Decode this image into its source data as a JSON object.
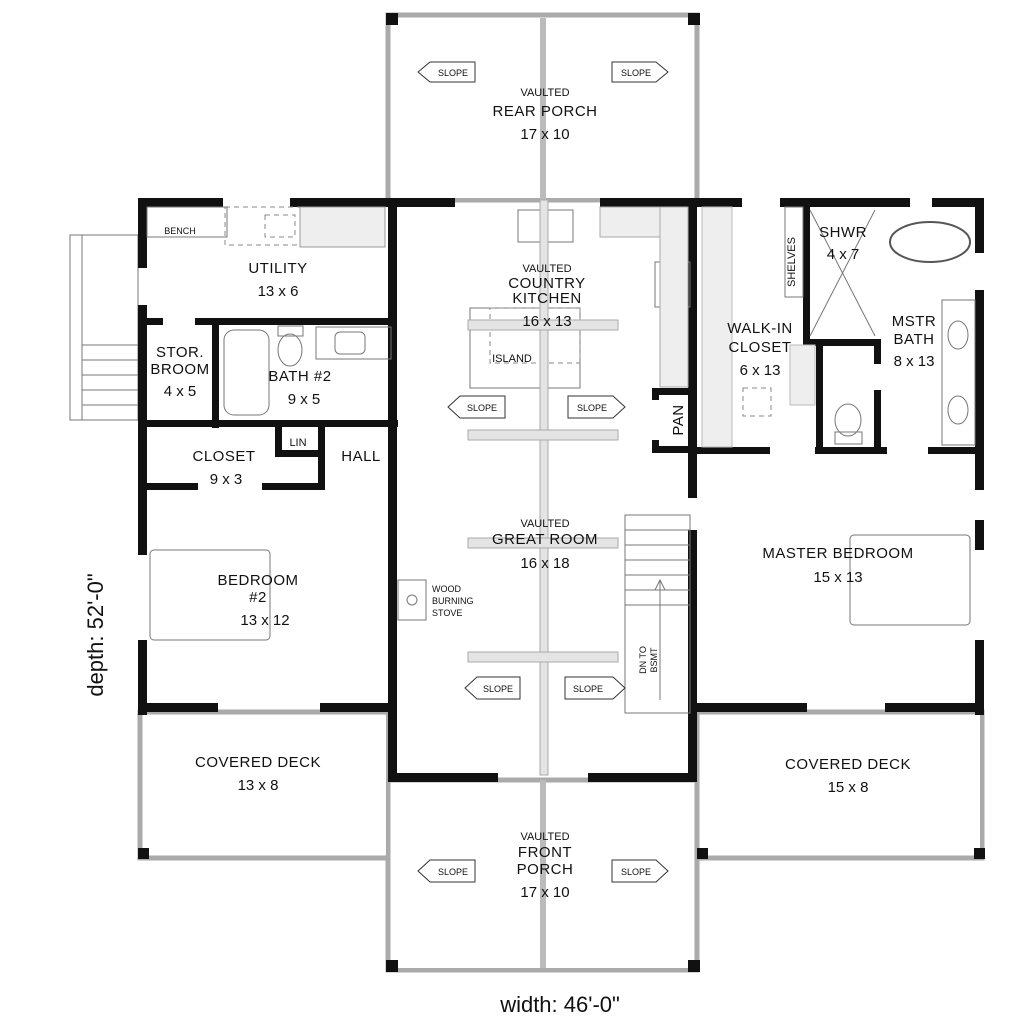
{
  "rooms": {
    "rear_porch": {
      "prefix": "VAULTED",
      "name": "REAR PORCH",
      "size": "17 x 10"
    },
    "utility": {
      "name": "UTILITY",
      "size": "13 x 6",
      "bench": "BENCH"
    },
    "kitchen": {
      "prefix": "VAULTED",
      "name1": "COUNTRY",
      "name2": "KITCHEN",
      "size": "16 x 13",
      "island": "ISLAND"
    },
    "walk_in_closet": {
      "name1": "WALK-IN",
      "name2": "CLOSET",
      "size": "6 x 13",
      "shelves": "SHELVES"
    },
    "shower": {
      "name": "SHWR",
      "size": "4 x 7"
    },
    "master_bath": {
      "name1": "MSTR",
      "name2": "BATH",
      "size": "8 x 13"
    },
    "stor_broom": {
      "name1": "STOR.",
      "name2": "BROOM",
      "size": "4 x 5"
    },
    "bath2": {
      "name": "BATH #2",
      "size": "9 x 5"
    },
    "pantry": {
      "name": "PAN"
    },
    "linen": {
      "name": "LIN"
    },
    "hall": {
      "name": "HALL"
    },
    "closet": {
      "name": "CLOSET",
      "size": "9 x 3"
    },
    "great_room": {
      "prefix": "VAULTED",
      "name": "GREAT ROOM",
      "size": "16 x 18"
    },
    "stove": {
      "line1": "WOOD",
      "line2": "BURNING",
      "line3": "STOVE"
    },
    "stairs": {
      "line1": "DN TO",
      "line2": "BSMT"
    },
    "bedroom2": {
      "name1": "BEDROOM",
      "name2": "#2",
      "size": "13 x 12"
    },
    "master_bedroom": {
      "name": "MASTER BEDROOM",
      "size": "15 x 13"
    },
    "covered_deck_left": {
      "name": "COVERED DECK",
      "size": "13 x 8"
    },
    "covered_deck_right": {
      "name": "COVERED DECK",
      "size": "15 x 8"
    },
    "front_porch": {
      "prefix": "VAULTED",
      "name": "FRONT PORCH",
      "name1": "FRONT",
      "name2": "PORCH",
      "size": "17 x 10"
    }
  },
  "slope_label": "SLOPE",
  "dimensions": {
    "depth": "depth: 52'-0\"",
    "width": "width: 46'-0\""
  }
}
